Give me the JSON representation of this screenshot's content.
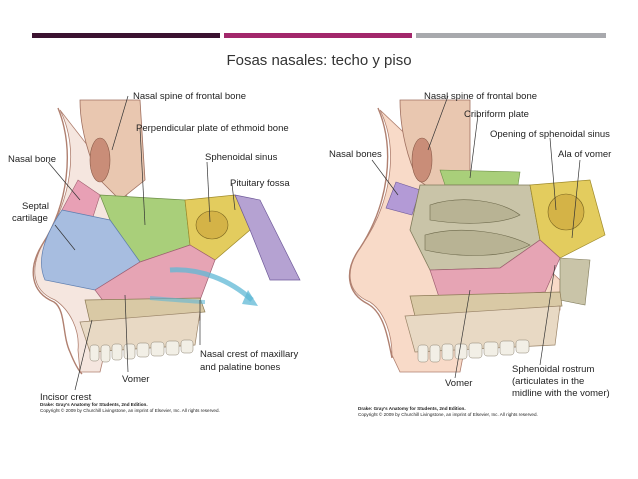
{
  "header": {
    "title": "Fosas nasales: techo y piso",
    "accent_colors": [
      "#3b1230",
      "#a2276b",
      "#a8a9ad"
    ]
  },
  "left_figure": {
    "labels": {
      "nasal_spine": "Nasal spine of frontal bone",
      "perpendicular_plate": "Perpendicular plate of ethmoid bone",
      "nasal_bone": "Nasal bone",
      "sphenoidal_sinus": "Sphenoidal sinus",
      "pituitary_fossa": "Pituitary fossa",
      "septal_cartilage_1": "Septal",
      "septal_cartilage_2": "cartilage",
      "nasal_crest_1": "Nasal crest of maxillary",
      "nasal_crest_2": "and palatine bones",
      "incisor_crest": "Incisor crest",
      "vomer": "Vomer"
    },
    "credit_1": "Drake: Gray's Anatomy for Students, 2nd Edition.",
    "credit_2": "Copyright © 2009 by Churchill Livingstone, an imprint of Elsevier, Inc. All rights reserved."
  },
  "right_figure": {
    "labels": {
      "nasal_spine": "Nasal spine of frontal bone",
      "cribriform_plate": "Cribriform plate",
      "opening_sphenoidal_1": "Opening of sphenoidal sinus",
      "nasal_bones": "Nasal bones",
      "ala_of_vomer": "Ala of vomer",
      "vomer": "Vomer",
      "sphenoidal_rostrum_1": "Sphenoidal rostrum",
      "sphenoidal_rostrum_2": "(articulates in the",
      "sphenoidal_rostrum_3": "midline with the vomer)"
    },
    "credit_1": "Drake: Gray's Anatomy for Students, 2nd Edition.",
    "credit_2": "Copyright © 2009 by Churchill Livingstone, an imprint of Elsevier, Inc. All rights reserved."
  }
}
